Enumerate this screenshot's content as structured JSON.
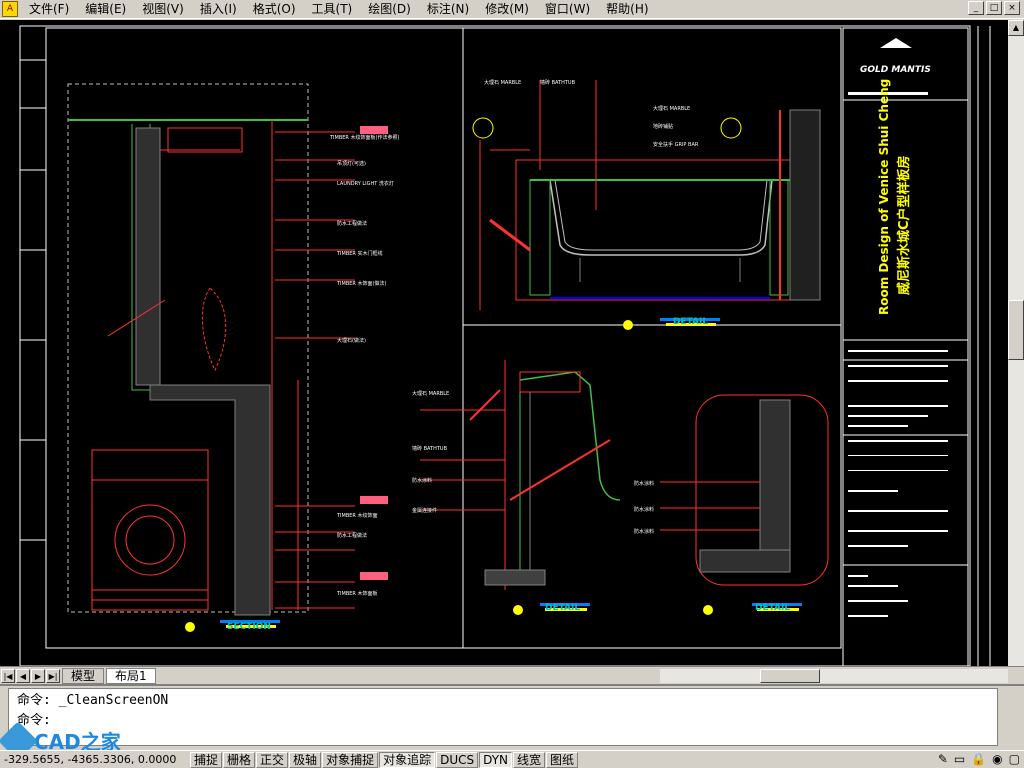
{
  "menu": {
    "items": [
      "文件(F)",
      "编辑(E)",
      "视图(V)",
      "插入(I)",
      "格式(O)",
      "工具(T)",
      "绘图(D)",
      "标注(N)",
      "修改(M)",
      "窗口(W)",
      "帮助(H)"
    ]
  },
  "window_controls": [
    "_",
    "□",
    "×"
  ],
  "drawing": {
    "title_block": {
      "logo": "GOLD MANTIS",
      "title_en": "Room Design of Venice Shui Cheng",
      "title_cn": "威尼斯水城C户型样板房"
    },
    "labels": {
      "section": "SECTION",
      "detail_top": "DETAIL",
      "detail_bottom_left": "DETAIL",
      "detail_bottom_right": "DETAIL"
    },
    "annotations_left": [
      "TIMBER 木纹饰面板(作法参照)",
      "吊顶灯(可选)",
      "LAUNDRY LIGHT 洗衣灯",
      "防水工程做法",
      "TIMBER 实木门框线",
      "TIMBER 木饰面(做法)",
      "大理石(做法)",
      "TIMBER 木纹饰面",
      "防水工程做法",
      "TIMBER 木饰面板"
    ],
    "annotations_top": [
      "大理石 MARBLE",
      "墙砖 BATHTUB",
      "大理石 MARBLE",
      "地砖铺贴",
      "安全扶手 GRIP BAR"
    ],
    "annotations_mid": [
      "大理石 MARBLE",
      "墙砖 BATHTUB",
      "防水涂料",
      "金属连接件"
    ],
    "annotations_right": [
      "防水涂料",
      "防水涂料",
      "防水涂料"
    ]
  },
  "tabs": [
    "模型",
    "布局1"
  ],
  "command": {
    "line1": "命令: _CleanScreenON",
    "line2": "命令:"
  },
  "watermark": "CAD之家",
  "status": {
    "coords": "-329.5655, -4365.3306, 0.0000",
    "buttons": [
      {
        "label": "捕捉",
        "on": false
      },
      {
        "label": "栅格",
        "on": false
      },
      {
        "label": "正交",
        "on": false
      },
      {
        "label": "极轴",
        "on": false
      },
      {
        "label": "对象捕捉",
        "on": false
      },
      {
        "label": "对象追踪",
        "on": true
      },
      {
        "label": "DUCS",
        "on": false
      },
      {
        "label": "DYN",
        "on": true
      },
      {
        "label": "线宽",
        "on": false
      },
      {
        "label": "图纸",
        "on": false
      }
    ]
  },
  "colors": {
    "canvas": "#000000",
    "red": "#ff3030",
    "green": "#40c040",
    "white": "#ffffff",
    "pink": "#ff6080",
    "yellow": "#ffff00",
    "cyan": "#00c0c0"
  }
}
